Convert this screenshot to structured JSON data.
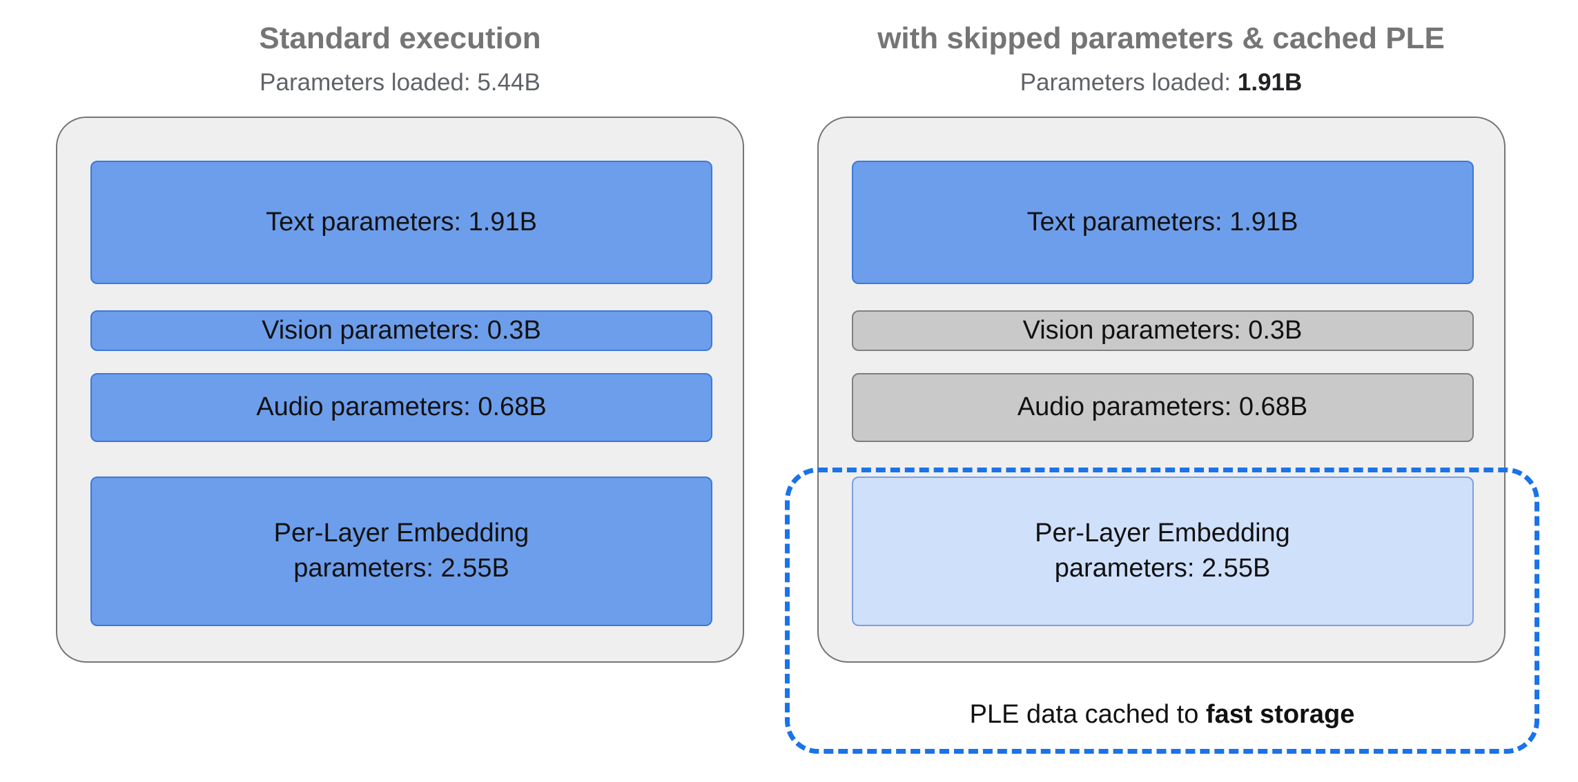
{
  "colors": {
    "loaded_blue": "#6d9eeb",
    "loaded_blue_border": "#3c78d8",
    "skipped_gray": "#c9c9c9",
    "cached_light_blue": "#cfe0fb",
    "dashed_outline_blue": "#1a73e8",
    "container_fill": "#efefef",
    "title_gray": "#757575"
  },
  "standard": {
    "title": "Standard execution",
    "params_loaded_label": "Parameters loaded: ",
    "params_loaded_value": "5.44B",
    "boxes": [
      {
        "label": "Text parameters: 1.91B",
        "state": "loaded"
      },
      {
        "label": "Vision parameters: 0.3B",
        "state": "loaded"
      },
      {
        "label": "Audio parameters: 0.68B",
        "state": "loaded"
      },
      {
        "label": "Per-Layer Embedding parameters: 2.55B",
        "state": "loaded"
      }
    ]
  },
  "skipped": {
    "title": "with skipped parameters & cached PLE",
    "params_loaded_label": "Parameters loaded: ",
    "params_loaded_value": "1.91B",
    "boxes": [
      {
        "label": "Text parameters: 1.91B",
        "state": "loaded"
      },
      {
        "label": "Vision parameters: 0.3B",
        "state": "skipped"
      },
      {
        "label": "Audio parameters: 0.68B",
        "state": "skipped"
      },
      {
        "label": "Per-Layer Embedding parameters: 2.55B",
        "state": "cached"
      }
    ],
    "caption_label": "PLE data cached to ",
    "caption_value": "fast storage"
  }
}
